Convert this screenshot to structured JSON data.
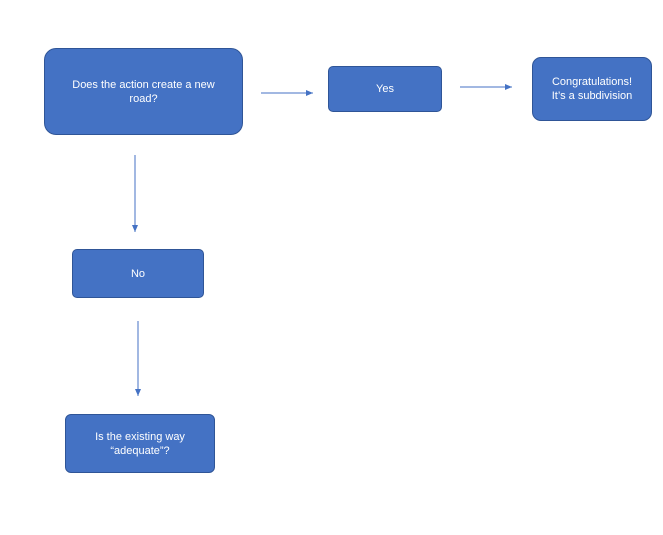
{
  "flowchart": {
    "nodes": {
      "question_new_road": {
        "text": "Does the action create a new\nroad?"
      },
      "yes": {
        "text": "Yes"
      },
      "subdivision": {
        "text": "Congratulations!\nIt’s a subdivision"
      },
      "no": {
        "text": "No"
      },
      "question_existing_way": {
        "text": "Is the existing way\n“adequate”?"
      }
    },
    "edges": [
      {
        "from": "question_new_road",
        "to": "yes"
      },
      {
        "from": "yes",
        "to": "subdivision"
      },
      {
        "from": "question_new_road",
        "to": "no"
      },
      {
        "from": "no",
        "to": "question_existing_way"
      }
    ],
    "colors": {
      "node_fill": "#4472C4",
      "node_border": "#2F5597",
      "node_text": "#FFFFFF",
      "connector": "#4472C4"
    }
  }
}
